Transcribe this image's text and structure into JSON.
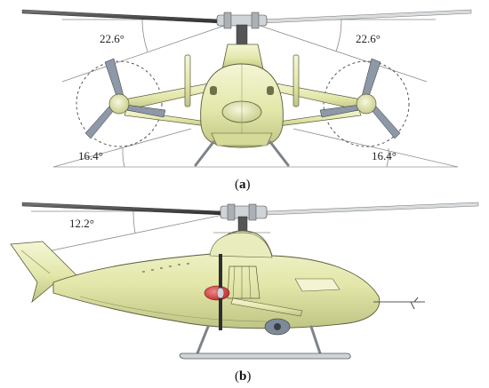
{
  "panel_a": {
    "angle_top_left": "22.6°",
    "angle_top_right": "22.6°",
    "angle_bottom_left": "16.4°",
    "angle_bottom_right": "16.4°",
    "caption_open": "(",
    "caption_letter": "a",
    "caption_close": ")"
  },
  "panel_b": {
    "angle_top_left": "12.2°",
    "caption_open": "(",
    "caption_letter": "b",
    "caption_close": ")"
  },
  "colors": {
    "body": "#e6eab0",
    "body_shadow": "#b9bf7c",
    "body_highlight": "#f6f7dc",
    "outline": "#5a5a3a",
    "blade": "#3a3a3a",
    "metal": "#9aa0a6",
    "hub": "#cfd4d8",
    "nose_red": "#e04a4a",
    "guide_line": "#888888"
  }
}
